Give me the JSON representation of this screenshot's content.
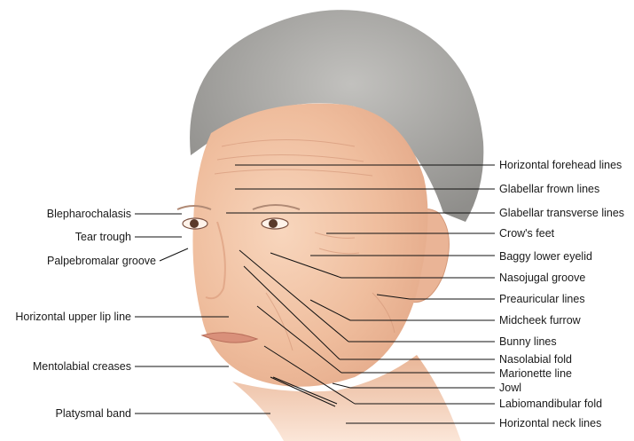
{
  "labels_left": [
    "Blepharochalasis",
    "Tear trough",
    "Palpebromalar groove",
    "Horizontal upper lip line",
    "Mentolabial creases",
    "Platysmal band"
  ],
  "labels_right": [
    "Horizontal forehead lines",
    "Glabellar frown lines",
    "Glabellar transverse lines",
    "Crow's feet",
    "Baggy lower eyelid",
    "Nasojugal groove",
    "Preauricular lines",
    "Midcheek furrow",
    "Bunny lines",
    "Nasolabial fold",
    "Marionette line",
    "Jowl",
    "Labiomandibular fold",
    "Horizontal neck lines"
  ],
  "colors": {
    "skin": "#f2c4a6",
    "skin_shadow": "#e0a387",
    "hair": "#a7a6a3",
    "leader_line": "#111111",
    "text": "#1a1a1a"
  }
}
